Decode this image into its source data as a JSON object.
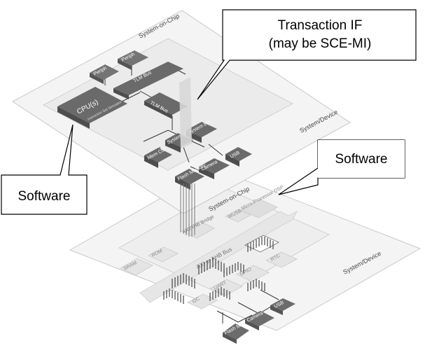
{
  "top_board": {
    "soc_label": "System-on-Chip",
    "device_label": "System/Device",
    "blocks": {
      "periph_1": "Periph",
      "periph_2": "Periph",
      "tlm_bus_upper": "TLM Bus",
      "tlm_bus_lower": "TLM Bus",
      "cpu": "CPU(s)",
      "cpu_sub": "Instruction Set Simulator",
      "system_io_1": "System I/O",
      "system_io_2": "System I/O",
      "mem_ctrl": "Mem Ctrl",
      "usb": "USB",
      "camera": "Camera",
      "flash_memory": "Flash Memory"
    }
  },
  "bottom_board": {
    "soc_label": "System-on-Chip",
    "device_label": "System/Device",
    "blocks": {
      "micro_processor": "Micro-Processor DSP",
      "wusb": "WUSB",
      "bridge": "AXI/AHB Bridge",
      "sram": "SRAM",
      "rom": "ROM",
      "axi_bus": "AXI or AHB Bus",
      "rtc": "RTC",
      "gpio": "GPIO",
      "uart": "UART",
      "i2c": "I2C",
      "usb": "USB",
      "camera": "Camera",
      "flash_memory": "Flash Memory"
    }
  },
  "callouts": {
    "transaction_if_line1": "Transaction IF",
    "transaction_if_line2": "(may be SCE-MI)",
    "software_right": "Software",
    "software_left": "Software"
  }
}
